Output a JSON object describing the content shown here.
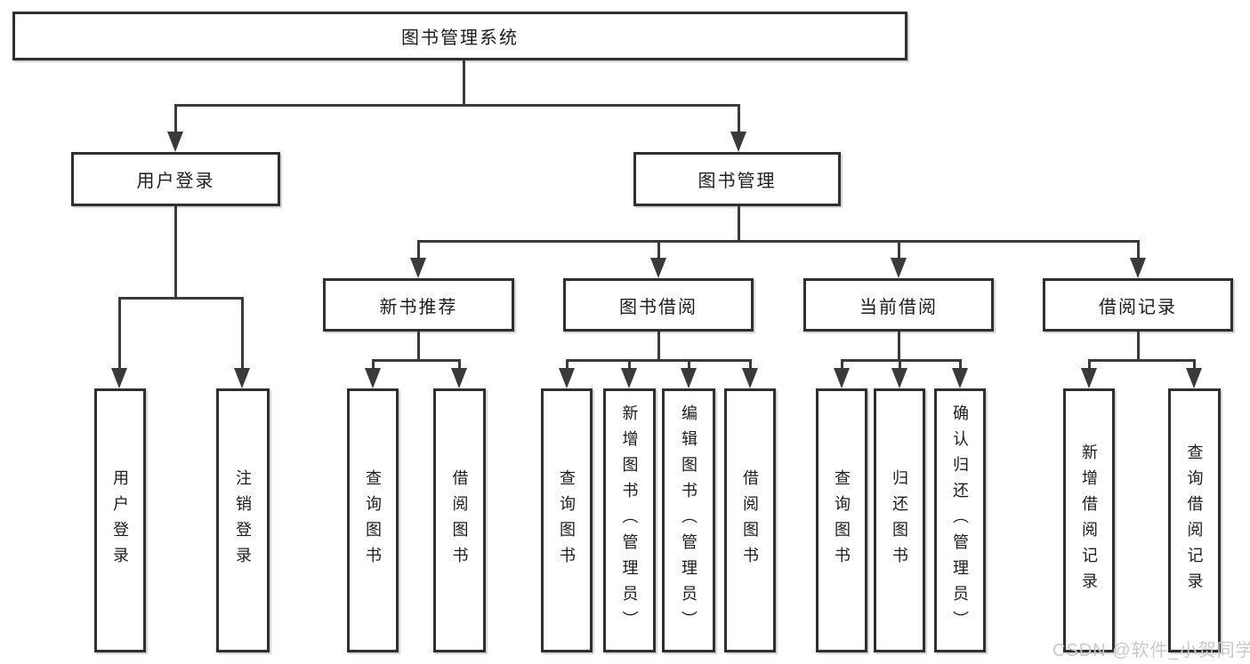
{
  "colors": {
    "background": "#ffffff",
    "line": "#3a3a3a",
    "box_border": "#2f2f2f",
    "box_fill": "#ffffff",
    "text": "#1c1c1c",
    "watermark": "#c9c9c9"
  },
  "watermark": {
    "text": "CSDN @软件_小贺同学"
  },
  "tree": {
    "label": "图书管理系统",
    "children": [
      {
        "label": "用户登录",
        "children": [
          {
            "label": "用户登录"
          },
          {
            "label": "注销登录"
          }
        ]
      },
      {
        "label": "图书管理",
        "children": [
          {
            "label": "新书推荐",
            "children": [
              {
                "label": "查询图书"
              },
              {
                "label": "借阅图书"
              }
            ]
          },
          {
            "label": "图书借阅",
            "children": [
              {
                "label": "查询图书"
              },
              {
                "label": "新增图书（管理员）"
              },
              {
                "label": "编辑图书（管理员）"
              },
              {
                "label": "借阅图书"
              }
            ]
          },
          {
            "label": "当前借阅",
            "children": [
              {
                "label": "查询图书"
              },
              {
                "label": "归还图书"
              },
              {
                "label": "确认归还（管理员）"
              }
            ]
          },
          {
            "label": "借阅记录",
            "children": [
              {
                "label": "新增借阅记录"
              },
              {
                "label": "查询借阅记录"
              }
            ]
          }
        ]
      }
    ]
  }
}
